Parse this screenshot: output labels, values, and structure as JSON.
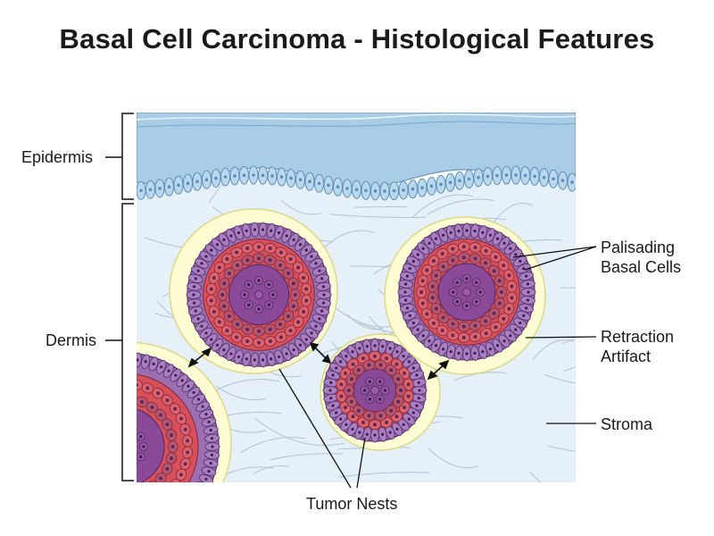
{
  "title": "Basal Cell Carcinoma - Histological Features",
  "labels": {
    "epidermis": "Epidermis",
    "dermis": "Dermis",
    "palisading_1": "Palisading",
    "palisading_2": "Basal Cells",
    "retraction_1": "Retraction",
    "retraction_2": "Artifact",
    "stroma": "Stroma",
    "tumor_nests": "Tumor Nests"
  },
  "colors": {
    "epidermis_fill": "#a9cde6",
    "basal_cell": "#b9d8ee",
    "dermis_fill": "#e6f0f8",
    "fiber": "#9fb3c8",
    "retraction": "#fdfcd2",
    "retraction_edge": "#dcd88a",
    "palisade_cell": "#9b6fb0",
    "nest_mid": "#d9505a",
    "nest_core": "#8a4a98"
  }
}
